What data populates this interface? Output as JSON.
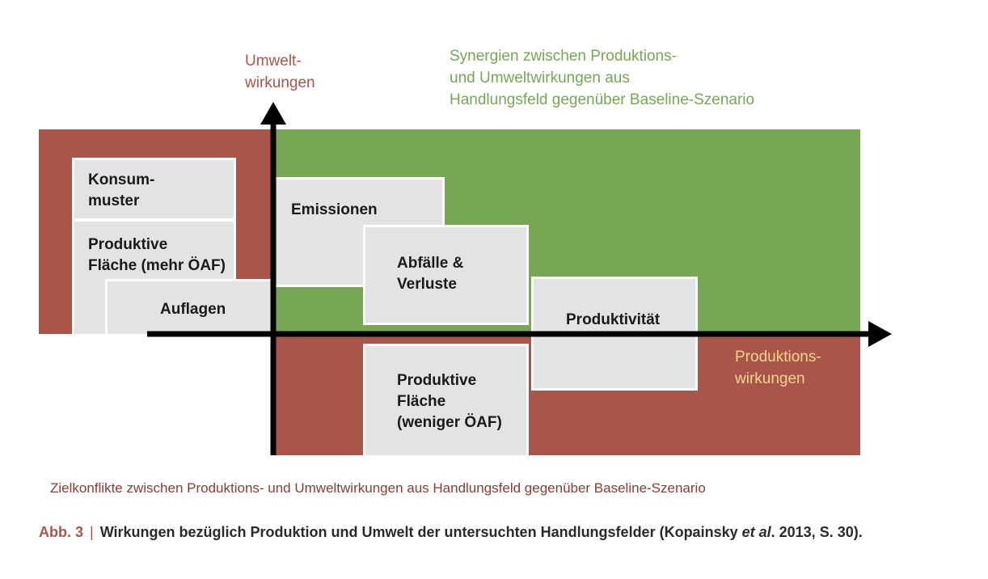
{
  "axis_y_label": "Umwelt-\nwirkungen",
  "axis_x_label": "Produktions-\nwirkungen",
  "synergies_label": "Synergien zwischen Produktions-\nund Umweltwirkungen aus\nHandlungsfeld gegenüber Baseline-Szenario",
  "tradeoffs_label": "Zielkonflikte zwischen Produktions- und Umweltwirkungen aus Handlungsfeld gegenüber Baseline-Szenario",
  "boxes": {
    "konsummuster": "Konsum-\nmuster",
    "produktive_flaeche_mehr": "Produktive\nFläche (mehr ÖAF)",
    "auflagen": "Auflagen",
    "emissionen": "Emissionen",
    "abfaelle": "Abfälle &\nVerluste",
    "produktivitaet": "Produktivität",
    "produktive_flaeche_weniger": "Produktive\nFläche\n(weniger ÖAF)"
  },
  "figure_caption": {
    "number": "Abb. 3",
    "separator": "|",
    "text_before": "Wirkungen bezüglich Produktion und Umwelt der untersuchten Handlungsfelder (Kopainsky ",
    "italic": "et al",
    "text_after": ". 2013, S. 30)."
  },
  "colors": {
    "conflict_red": "#a9554a",
    "synergy_green": "#76a754",
    "box_gray": "#e3e3e3",
    "x_label_yellow": "#f2d78a"
  }
}
